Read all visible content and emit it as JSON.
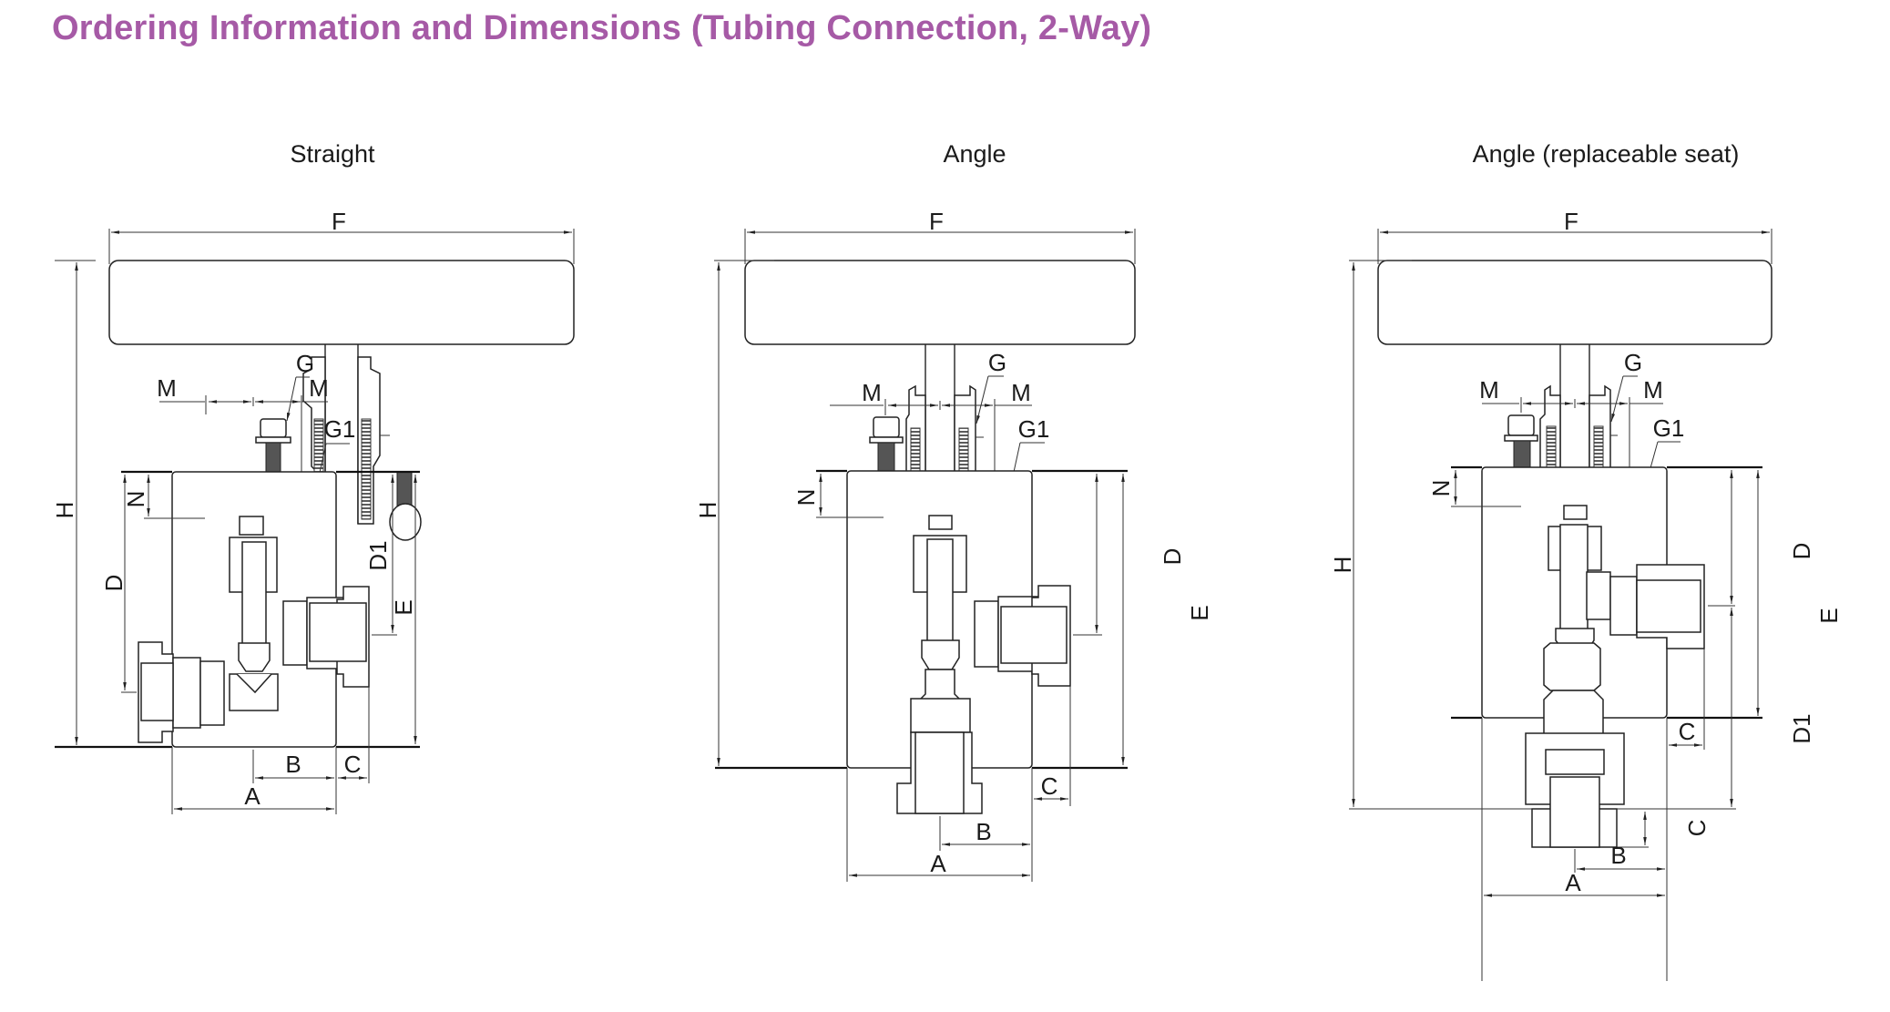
{
  "page": {
    "title": "Ordering Information and Dimensions (Tubing Connection, 2-Way)",
    "title_color": "#a65aa6"
  },
  "views": [
    {
      "id": "straight",
      "title": "Straight",
      "labels": {
        "F": "F",
        "H": "H",
        "M_left": "M",
        "M_right": "M",
        "G": "G",
        "G1": "G1",
        "N": "N",
        "D": "D",
        "D1": "D1",
        "E": "E",
        "A": "A",
        "B": "B",
        "C": "C"
      }
    },
    {
      "id": "angle",
      "title": "Angle",
      "labels": {
        "F": "F",
        "H": "H",
        "M_left": "M",
        "M_right": "M",
        "G": "G",
        "G1": "G1",
        "N": "N",
        "D": "D",
        "E": "E",
        "A": "A",
        "B": "B",
        "C": "C"
      }
    },
    {
      "id": "angle-replaceable-seat",
      "title": "Angle (replaceable seat)",
      "labels": {
        "F": "F",
        "H": "H",
        "M_left": "M",
        "M_right": "M",
        "G": "G",
        "G1": "G1",
        "N": "N",
        "D": "D",
        "D1": "D1",
        "E": "E",
        "A": "A",
        "B": "B",
        "C": "C",
        "C2": "C"
      }
    }
  ]
}
